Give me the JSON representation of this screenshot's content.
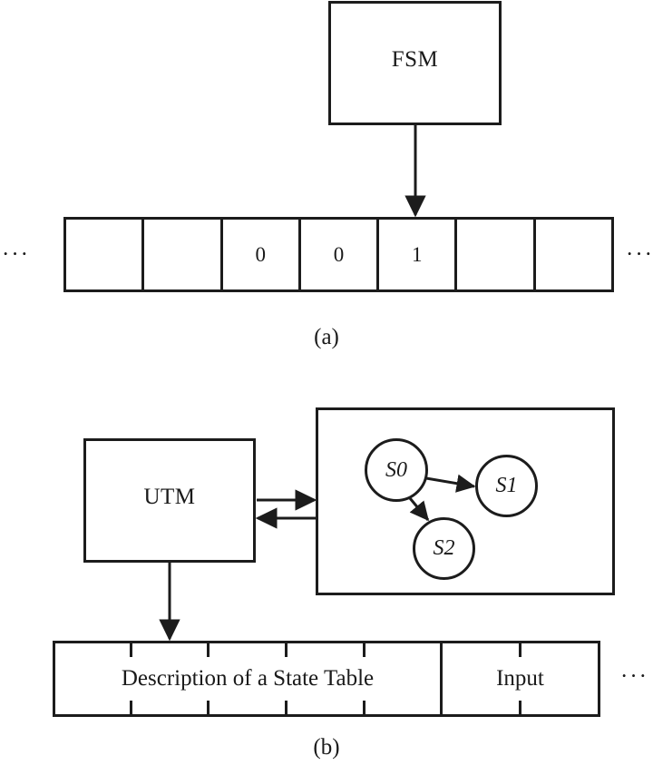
{
  "figure": {
    "panels": [
      {
        "id": "a",
        "caption": "(a)",
        "machine_box_label": "FSM",
        "tape": {
          "left_ellipsis": "···",
          "right_ellipsis": "···",
          "cells": [
            "",
            "",
            "0",
            "0",
            "1",
            "",
            ""
          ],
          "head_cell_index": 4
        }
      },
      {
        "id": "b",
        "caption": "(b)",
        "machine_box_label": "UTM",
        "state_diagram": {
          "states": [
            "S0",
            "S1",
            "S2"
          ],
          "transitions": [
            {
              "from": "S0",
              "to": "S1"
            },
            {
              "from": "S0",
              "to": "S2"
            }
          ]
        },
        "tape": {
          "sections": [
            "Description of a State Table",
            "Input"
          ],
          "right_ellipsis": "···"
        }
      }
    ],
    "colors": {
      "stroke": "#1c1c1c",
      "background": "#ffffff"
    }
  }
}
